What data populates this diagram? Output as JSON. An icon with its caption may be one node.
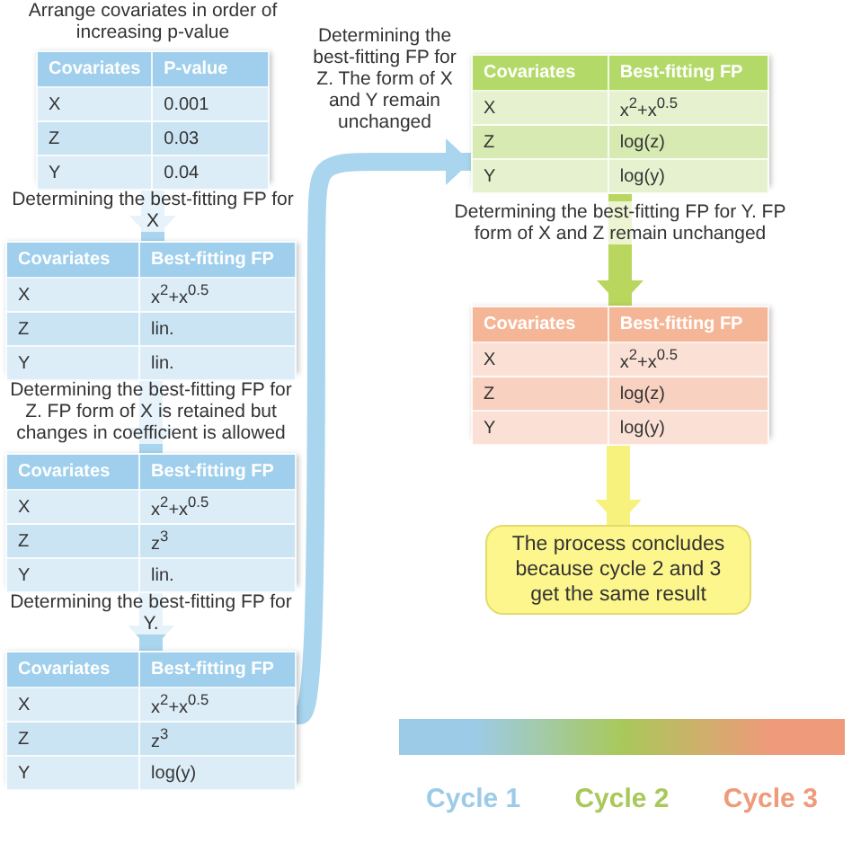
{
  "diagram": {
    "nodes": [
      {
        "text": [
          "Covariates",
          "P-value",
          "X",
          "0.001",
          "Z",
          "0.03",
          "Y",
          "0.04"
        ],
        "beside": [
          "Arrange covariates in order of increasing p-value"
        ]
      },
      {
        "text": [
          "Covariates",
          "Best-fitting FP",
          "X",
          "x$^{2}$+x$^{0.5}$",
          "Z",
          "lin.",
          "Y",
          "lin."
        ]
      },
      {
        "text": [
          "Covariates",
          "Best-fitting FP",
          "X",
          "x$^{2}$+x$^{0.5}$",
          "Z",
          "z$^{3}$",
          "Y",
          "lin."
        ]
      },
      {
        "text": [
          "Covariates",
          "Best-fitting FP",
          "X",
          "x$^{2}$+x$^{0.5}$",
          "Z",
          "z$^{3}$",
          "Y",
          "log(y)"
        ]
      },
      {
        "text": [
          "Covariates",
          "Best-fitting FP",
          "X",
          "x$^{2}$+x$^{0.5}$",
          "Z",
          "log(z)",
          "Y",
          "log(y)"
        ]
      },
      {
        "text": [
          "Covariates",
          "Best-fitting FP",
          "X",
          "x$^{2}$+x$^{0.5}$",
          "Z",
          "log(z)",
          "Y",
          "log(y)"
        ]
      },
      {
        "text": [
          "The process concludes because cycle 2 and 3 get the same result"
        ]
      }
    ],
    "edges": [
      {
        "from": 0,
        "to": 1,
        "arrow": "to",
        "label": "Determining the best-fitting FP for X"
      },
      {
        "from": 1,
        "to": 2,
        "arrow": "to",
        "label": "Determining the best-fitting FP for Z. FP form of X is retained but changes in coefficient is allowed"
      },
      {
        "from": 2,
        "to": 3,
        "arrow": "to",
        "label": "Determining the best-fitting FP for Y."
      },
      {
        "from": 3,
        "to": 4,
        "arrow": "to",
        "label": "Determining the best-fitting FP for Z. The form of X and Y remain unchanged"
      },
      {
        "from": 4,
        "to": 5,
        "arrow": "to",
        "label": "Determining the best-fitting FP for Y. FP form of X and Z remain unchanged",
        "color": "#b9d65e"
      },
      {
        "from": 5,
        "to": 6,
        "arrow": "to",
        "color": "#f7f27e"
      }
    ],
    "legend": [
      {
        "text": "Cycle 1",
        "color": "#9ccbe8"
      },
      {
        "text": "Cycle 2",
        "color": "#a9c85a"
      },
      {
        "text": "Cycle 3",
        "color": "#ef9a7a"
      }
    ]
  }
}
